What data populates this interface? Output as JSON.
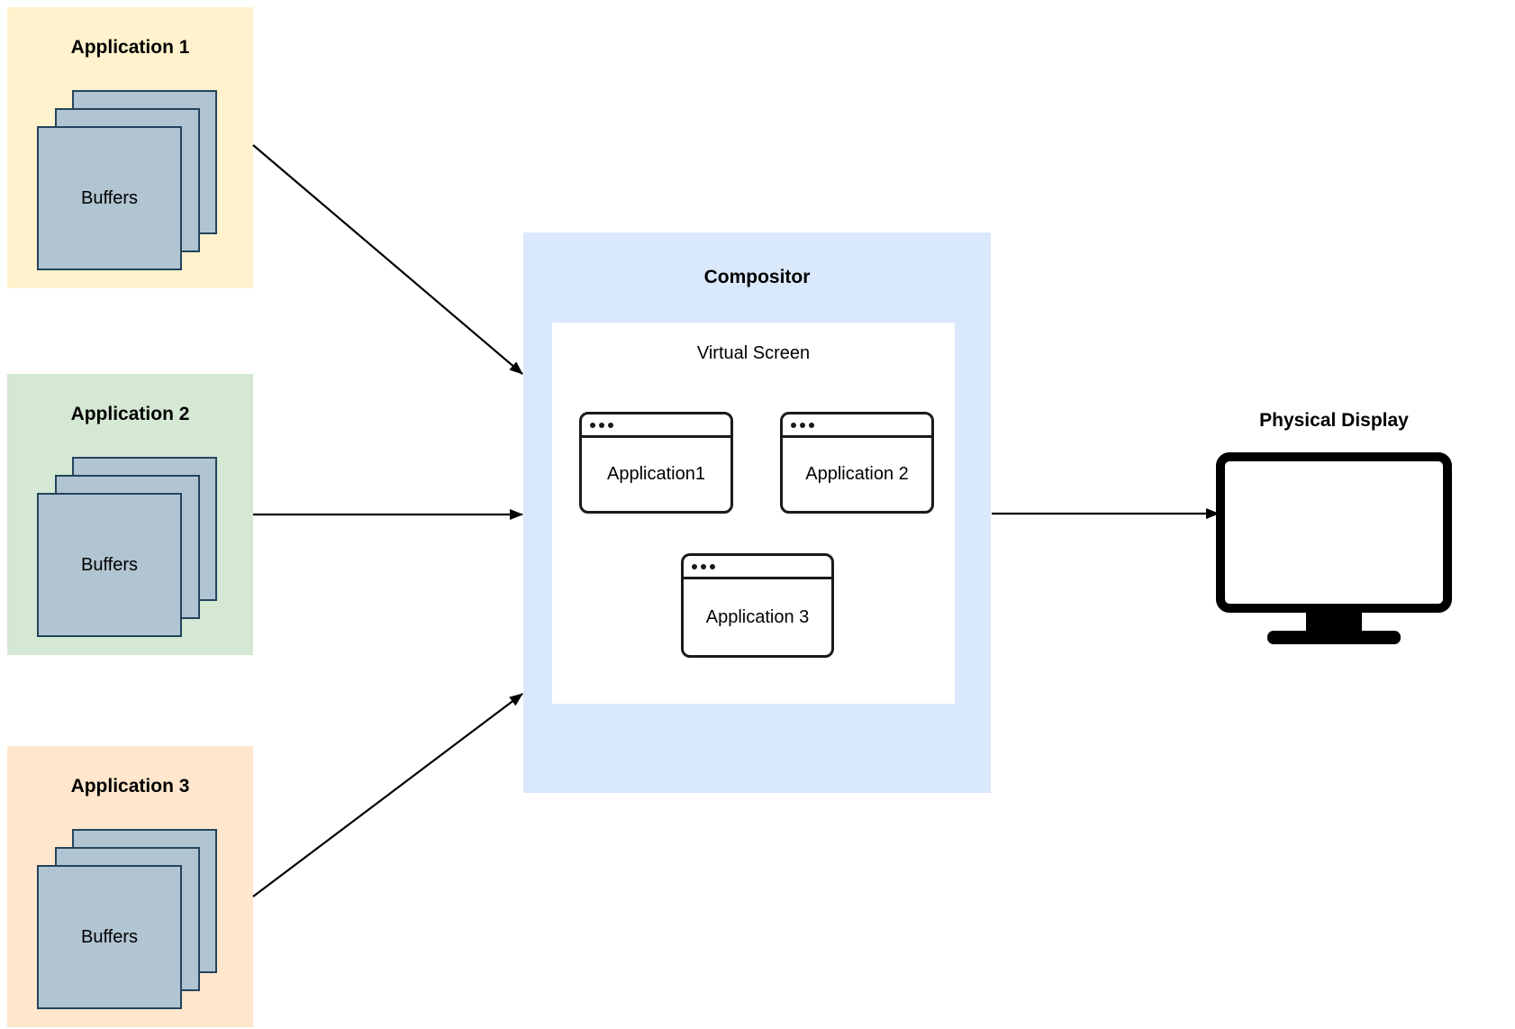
{
  "apps": [
    {
      "title": "Application 1",
      "buffers_label": "Buffers",
      "bg": "#FFF2CC"
    },
    {
      "title": "Application 2",
      "buffers_label": "Buffers",
      "bg": "#D5E8D4"
    },
    {
      "title": "Application 3",
      "buffers_label": "Buffers",
      "bg": "#FFE6CC"
    }
  ],
  "compositor": {
    "title": "Compositor",
    "bg": "#DAE8FC",
    "virtual_screen": {
      "title": "Virtual Screen",
      "windows": [
        {
          "label": "Application1"
        },
        {
          "label": "Application 2"
        },
        {
          "label": "Application 3"
        }
      ]
    }
  },
  "display": {
    "title": "Physical Display"
  },
  "colors": {
    "buffer_fill": "#B1C4D1",
    "buffer_border": "#23445D",
    "window_border": "#1A1A1A",
    "arrow": "#000000"
  }
}
